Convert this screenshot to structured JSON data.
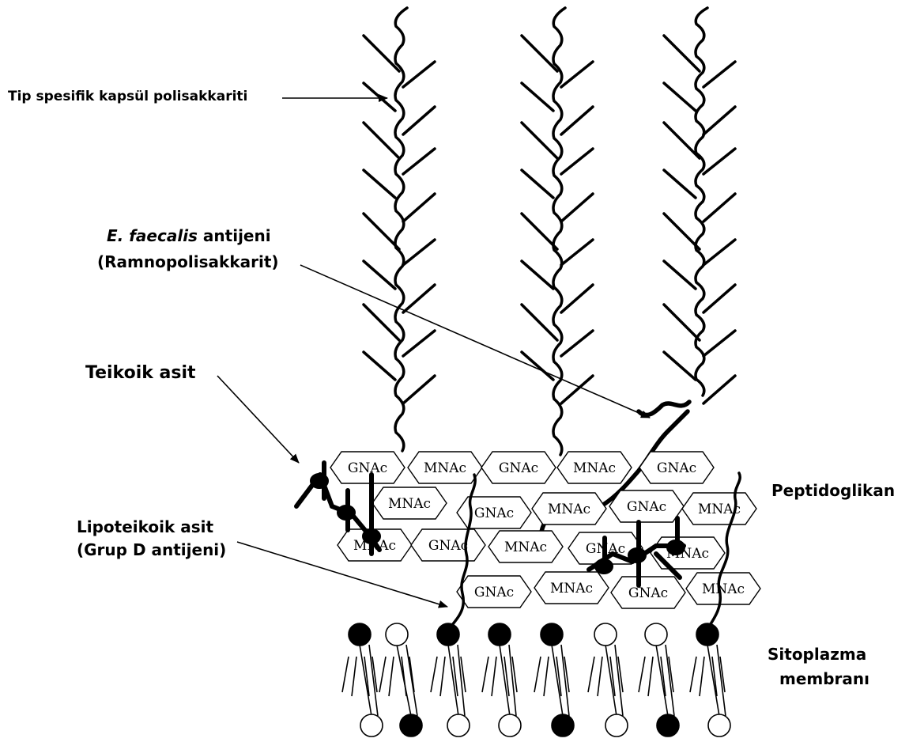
{
  "labels": {
    "capsule": "Tip spesifik kapsül polisakkariti",
    "efaecalis_italic": "E. faecalis",
    "efaecalis_rest": " antijeni",
    "rhamno": "(Ramnopolisakkarit)",
    "teichoic": "Teikoik asit",
    "lipoteichoic_1": "Lipoteikoik asit",
    "lipoteichoic_2": "(Grup D antijeni)",
    "peptidoglycan": "Peptidoglikan",
    "membrane_1": "Sitoplazma",
    "membrane_2": "membranı"
  },
  "hexagons": [
    {
      "label": "GNAc"
    },
    {
      "label": "MNAc"
    },
    {
      "label": "GNAc"
    },
    {
      "label": "MNAc"
    },
    {
      "label": "GNAc"
    },
    {
      "label": "MNAc"
    },
    {
      "label": "GNAc"
    },
    {
      "label": "MNAc"
    },
    {
      "label": "GNAc"
    },
    {
      "label": "MNAc"
    },
    {
      "label": "MNAc"
    },
    {
      "label": "GNAc"
    },
    {
      "label": "MNAc"
    },
    {
      "label": "GNAc"
    },
    {
      "label": "MNAc"
    },
    {
      "label": "GNAc"
    },
    {
      "label": "MNAc"
    },
    {
      "label": "GNAc"
    },
    {
      "label": "MNAc"
    }
  ],
  "membrane_heads": {
    "top": [
      "black",
      "white",
      "black",
      "black",
      "black",
      "white",
      "white",
      "black"
    ],
    "bottom": [
      "white",
      "black",
      "white",
      "white",
      "black",
      "white",
      "black",
      "white"
    ]
  },
  "colors": {
    "ink": "#000000",
    "paper": "#ffffff"
  }
}
